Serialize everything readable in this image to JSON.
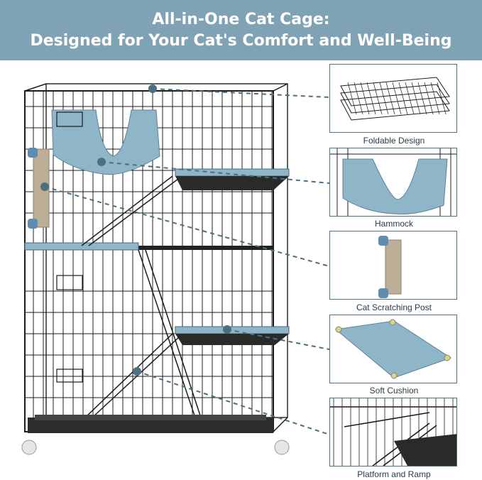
{
  "banner": {
    "line1": "All-in-One Cat Cage:",
    "line2": "Designed for Your Cat's Comfort and Well-Being",
    "background": "#7fa3b4"
  },
  "features": [
    {
      "label": "Foldable Design",
      "icon": "folded-cage-icon"
    },
    {
      "label": "Hammock",
      "icon": "hammock-icon"
    },
    {
      "label": "Cat Scratching Post",
      "icon": "scratching-post-icon"
    },
    {
      "label": "Soft Cushion",
      "icon": "cushion-icon"
    },
    {
      "label": "Platform and Ramp",
      "icon": "ramp-icon"
    }
  ],
  "colors": {
    "accent": "#7fa3b4",
    "connector": "#4e6f80",
    "fabric": "#8fb6c8",
    "wire": "#1c1c1c"
  }
}
